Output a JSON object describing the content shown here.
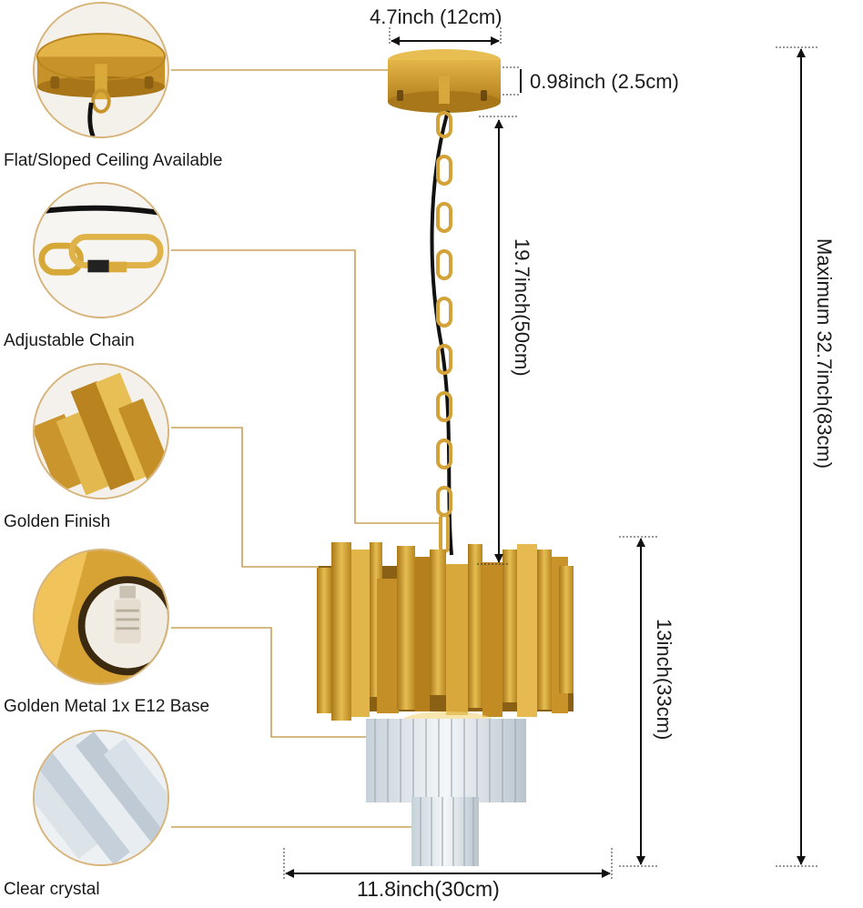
{
  "features": [
    {
      "caption": "Flat/Sloped Ceiling Available",
      "icon": "canopy-closeup-icon"
    },
    {
      "caption": "Adjustable Chain",
      "icon": "chain-closeup-icon"
    },
    {
      "caption": "Golden Finish",
      "icon": "gold-bars-closeup-icon"
    },
    {
      "caption": "Golden Metal 1x E12 Base",
      "icon": "socket-closeup-icon"
    },
    {
      "caption": "Clear crystal",
      "icon": "crystal-closeup-icon"
    }
  ],
  "dimensions": {
    "canopy_width": "4.7inch (12cm)",
    "canopy_height": "0.98inch (2.5cm)",
    "chain_length": "19.7inch(50cm)",
    "maximum_height": "Maximum 32.7inch(83cm)",
    "body_height": "13inch(33cm)",
    "body_width": "11.8inch(30cm)"
  },
  "colors": {
    "gold": "#c9962e",
    "gold_light": "#e7c15a",
    "gold_dark": "#8d6418",
    "leader_line": "#c9a25a",
    "crystal": "#dfe6ec",
    "arrow": "#111111"
  }
}
